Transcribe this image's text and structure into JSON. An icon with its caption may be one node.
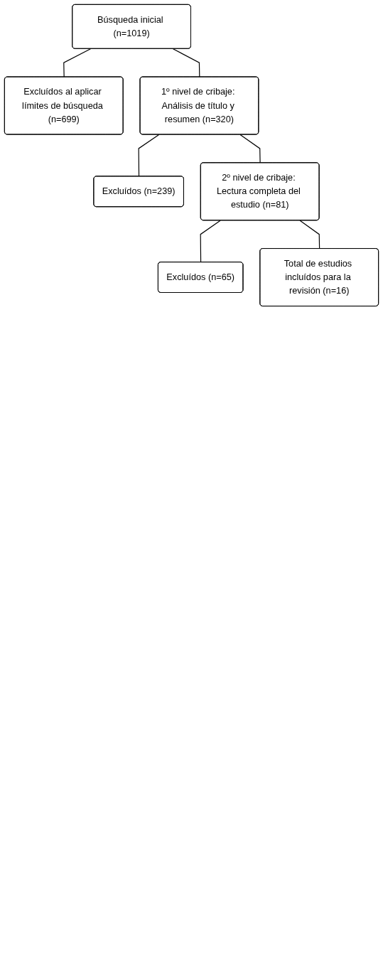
{
  "diagram": {
    "nodes": [
      {
        "text": [
          "Búsqueda inicial (n=1019)"
        ]
      },
      {
        "text": [
          "Excluídos al aplicar límites de búsqueda (n=699)"
        ]
      },
      {
        "text": [
          "1º nivel de cribaje: Análisis de título y resumen (n=320)"
        ]
      },
      {
        "text": [
          "Excluídos (n=239)"
        ]
      },
      {
        "text": [
          "2º nivel de cribaje: Lectura completa del estudio (n=81)"
        ]
      },
      {
        "text": [
          "Excluídos (n=65)"
        ]
      },
      {
        "text": [
          "Total de estudios incluídos para la revisión (n=16)"
        ]
      }
    ],
    "edges": [
      {
        "from": 0,
        "to": 1,
        "arrow": "none"
      },
      {
        "from": 0,
        "to": 2,
        "arrow": "none"
      },
      {
        "from": 2,
        "to": 3,
        "arrow": "none"
      },
      {
        "from": 2,
        "to": 4,
        "arrow": "none"
      },
      {
        "from": 4,
        "to": 5,
        "arrow": "none"
      },
      {
        "from": 4,
        "to": 6,
        "arrow": "none"
      }
    ]
  }
}
